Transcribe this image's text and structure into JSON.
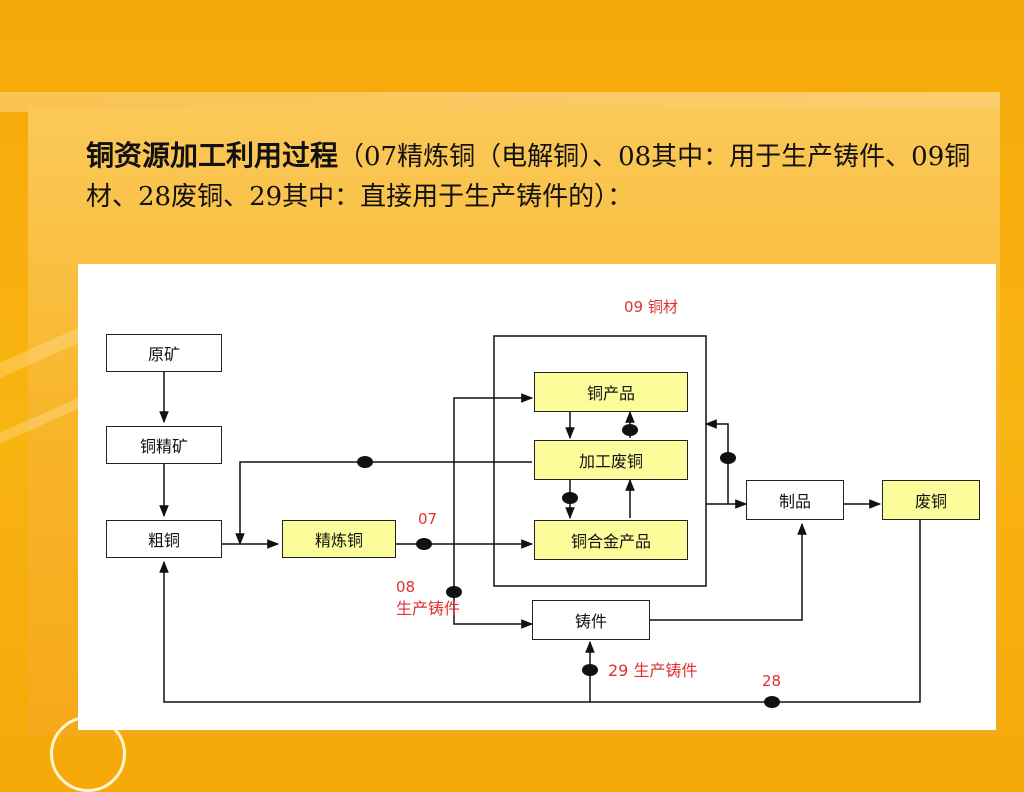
{
  "slide": {
    "title_bold": "铜资源加工利用过程",
    "title_rest": "（07精炼铜（电解铜）、08其中：用于生产铸件、09铜材、28废铜、29其中：直接用于生产铸件的）："
  },
  "diagram": {
    "nodes": {
      "ore": "原矿",
      "concentrate": "铜精矿",
      "blister": "粗铜",
      "refined": "精炼铜",
      "copper_products": "铜产品",
      "processing_scrap": "加工废铜",
      "alloy_products": "铜合金产品",
      "products": "制品",
      "scrap": "废铜",
      "castings": "铸件"
    },
    "labels": {
      "l09": "09 铜材",
      "l07": "07",
      "l08_code": "08",
      "l08_text": "生产铸件",
      "l29": "29 生产铸件",
      "l28": "28"
    }
  }
}
